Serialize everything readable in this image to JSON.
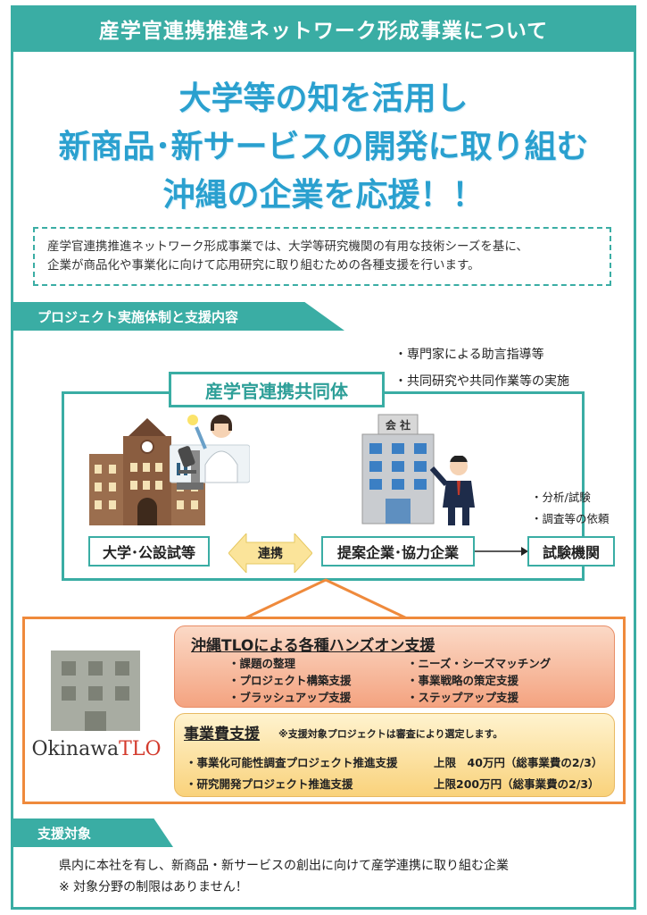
{
  "header": {
    "title": "産学官連携推進ネットワーク形成事業について"
  },
  "headline": {
    "line1": "大学等の知を活用し",
    "line2": "新商品･新サービスの開発に取り組む",
    "line3": "沖縄の企業を応援！！"
  },
  "intro": {
    "line1": "産学官連携推進ネットワーク形成事業では、大学等研究機関の有用な技術シーズを基に、",
    "line2": "企業が商品化や事業化に向けて応用研究に取り組むための各種支援を行います。"
  },
  "section1": {
    "label": "プロジェクト実施体制と支援内容"
  },
  "support_bullets": [
    "・専門家による助言指導等",
    "・共同研究や共同作業等の実施"
  ],
  "consortium": {
    "title": "産学官連携共同体",
    "university_label": "大学･公設試等",
    "company_label": "提案企業･協力企業",
    "company_sign": "会 社",
    "renkei_label": "連携"
  },
  "testing": {
    "bullets": [
      "・分析/試験",
      "・調査等の依頼"
    ],
    "label": "試験機関"
  },
  "handson": {
    "title": "沖縄TLOによる各種ハンズオン支援",
    "left_items": [
      "・課題の整理",
      "・プロジェクト構築支援",
      "・ブラッシュアップ支援"
    ],
    "right_items": [
      "・ニーズ・シーズマッチング",
      "・事業戦略の策定支援",
      "・ステップアップ支援"
    ]
  },
  "funding": {
    "title": "事業費支援",
    "note": "※支援対象プロジェクトは審査により選定します。",
    "rows": [
      {
        "name": "・事業化可能性調査プロジェクト推進支援",
        "amount": "上限　40万円（総事業費の2/3）"
      },
      {
        "name": "・研究開発プロジェクト推進支援",
        "amount": "上限200万円（総事業費の2/3）"
      }
    ]
  },
  "tlo_logo": {
    "text_main": "Okinawa",
    "text_accent": "TLO"
  },
  "section2": {
    "label": "支援対象"
  },
  "target": {
    "line1": "県内に本社を有し、新商品・新サービスの創出に向けて産学連携に取り組む企業",
    "line2": "※ 対象分野の制限はありません！"
  },
  "colors": {
    "teal": "#3aada4",
    "headline_blue": "#2aa0cf",
    "orange": "#ef8a3c"
  }
}
